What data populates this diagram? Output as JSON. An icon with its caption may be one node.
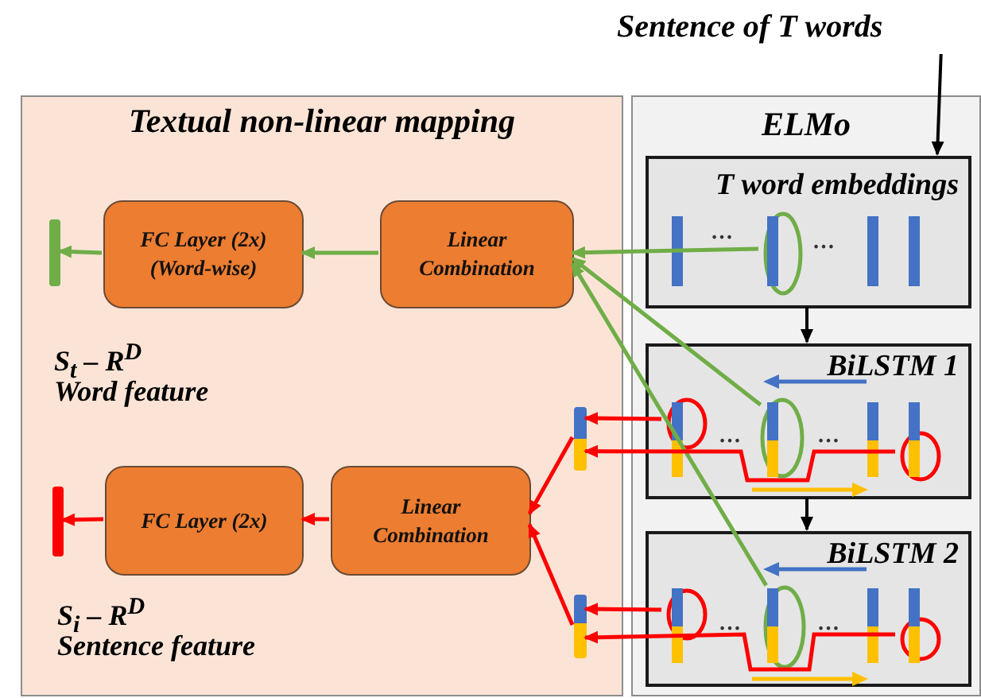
{
  "diagram": {
    "nodes": [
      {
        "text": [
          "Textual non-linear mapping"
        ]
      },
      {
        "text": [
          "ELMo"
        ]
      },
      {
        "text": [
          "T word embeddings"
        ],
        "in": 1
      },
      {
        "text": [
          "BiLSTM 1"
        ],
        "in": 1
      },
      {
        "text": [
          "BiLSTM 2"
        ],
        "in": 1
      },
      {
        "text": [
          "FC Layer (2x) (Word-wise)"
        ],
        "in": 0
      },
      {
        "text": [
          "Linear Combination"
        ],
        "in": 0
      },
      {
        "text": [
          "FC Layer (2x)"
        ],
        "in": 0
      },
      {
        "text": [
          "Linear Combination"
        ],
        "in": 0
      },
      {
        "text": [],
        "shape": "bar",
        "in": 0,
        "beside": [
          "S$_{t}$ – R$^{D}$",
          "Word feature"
        ]
      },
      {
        "text": [],
        "shape": "bar",
        "in": 0,
        "beside": [
          "S$_{i}$ – R$^{D}$",
          "Sentence feature"
        ]
      },
      {
        "text": [],
        "shape": "bar",
        "in": 0
      },
      {
        "text": [],
        "shape": "bar",
        "in": 0
      },
      {
        "text": [
          "Sentence of T words"
        ]
      },
      {
        "text": [],
        "shape": "circle",
        "in": 2
      },
      {
        "text": [],
        "shape": "circle",
        "in": 3
      },
      {
        "text": [],
        "shape": "circle",
        "in": 3
      },
      {
        "text": [],
        "shape": "circle",
        "in": 3
      },
      {
        "text": [],
        "shape": "circle",
        "in": 4
      },
      {
        "text": [],
        "shape": "circle",
        "in": 4
      },
      {
        "text": [],
        "shape": "circle",
        "in": 4
      }
    ],
    "edges": [
      {
        "from": 13,
        "to": 2,
        "arrow": "to",
        "color": "#000000"
      },
      {
        "from": 2,
        "to": 3,
        "arrow": "to",
        "color": "#000000"
      },
      {
        "from": 3,
        "to": 4,
        "arrow": "to",
        "color": "#000000"
      },
      {
        "from": 6,
        "to": 5,
        "arrow": "to",
        "color": "#70ad47"
      },
      {
        "from": 5,
        "to": 9,
        "arrow": "to",
        "color": "#70ad47"
      },
      {
        "from": 14,
        "to": 6,
        "arrow": "to",
        "color": "#70ad47"
      },
      {
        "from": 15,
        "to": 6,
        "arrow": "to",
        "color": "#70ad47"
      },
      {
        "from": 18,
        "to": 6,
        "arrow": "to",
        "color": "#70ad47"
      },
      {
        "from": 16,
        "to": 11,
        "arrow": "to"
      },
      {
        "from": 17,
        "to": 11,
        "arrow": "to"
      },
      {
        "from": 19,
        "to": 12,
        "arrow": "to"
      },
      {
        "from": 20,
        "to": 12,
        "arrow": "to"
      },
      {
        "from": 11,
        "to": 8,
        "arrow": "to"
      },
      {
        "from": 12,
        "to": 8,
        "arrow": "to"
      },
      {
        "from": 8,
        "to": 7,
        "arrow": "to"
      },
      {
        "from": 7,
        "to": 10,
        "arrow": "to"
      }
    ],
    "labels": [
      "…",
      "…",
      "…",
      "…",
      "…",
      "…"
    ]
  }
}
